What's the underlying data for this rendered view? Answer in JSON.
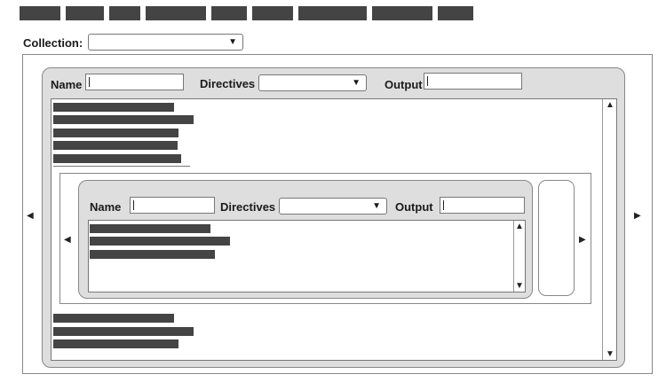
{
  "menu": {
    "items": [
      "",
      "",
      "",
      "",
      "",
      "",
      "",
      "",
      ""
    ]
  },
  "collection": {
    "label": "Collection:",
    "selected": ""
  },
  "outer_panel": {
    "name_label": "Name",
    "name_value": "",
    "directives_label": "Directives",
    "directives_selected": "",
    "output_label": "Output",
    "output_value": ""
  },
  "inner_panel": {
    "name_label": "Name",
    "name_value": "",
    "directives_label": "Directives",
    "directives_selected": "",
    "output_label": "Output",
    "output_value": ""
  },
  "icons": {
    "dropdown": "▼",
    "scroll_up": "▲",
    "scroll_down": "▼",
    "nav_prev": "◀",
    "nav_next": "▶"
  }
}
